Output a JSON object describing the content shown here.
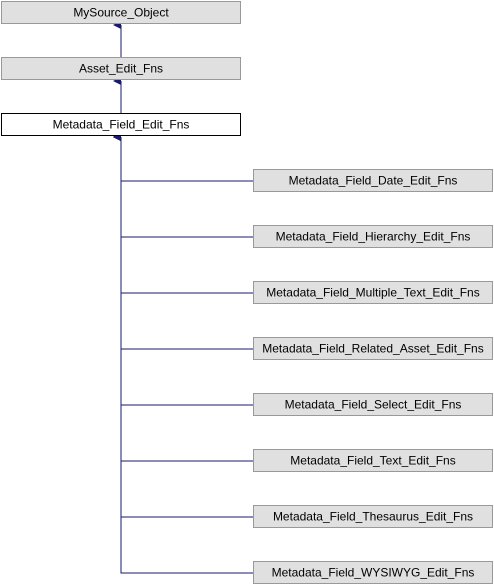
{
  "diagram": {
    "type": "inheritance-graph",
    "colors": {
      "node_fill": "#e0e0e0",
      "node_border": "#999999",
      "current_fill": "#ffffff",
      "current_border": "#000000",
      "edge": "#191970",
      "text": "#000000"
    },
    "nodes": [
      {
        "id": "mysource-object",
        "label": "MySource_Object",
        "kind": "ancestor"
      },
      {
        "id": "asset-edit-fns",
        "label": "Asset_Edit_Fns",
        "kind": "ancestor"
      },
      {
        "id": "metadata-field-edit-fns",
        "label": "Metadata_Field_Edit_Fns",
        "kind": "current"
      },
      {
        "id": "metadata-field-date-edit-fns",
        "label": "Metadata_Field_Date_Edit_Fns",
        "kind": "child"
      },
      {
        "id": "metadata-field-hierarchy-edit-fns",
        "label": "Metadata_Field_Hierarchy_Edit_Fns",
        "kind": "child"
      },
      {
        "id": "metadata-field-multiple-text-edit-fns",
        "label": "Metadata_Field_Multiple_Text_Edit_Fns",
        "kind": "child"
      },
      {
        "id": "metadata-field-related-asset-edit-fns",
        "label": "Metadata_Field_Related_Asset_Edit_Fns",
        "kind": "child"
      },
      {
        "id": "metadata-field-select-edit-fns",
        "label": "Metadata_Field_Select_Edit_Fns",
        "kind": "child"
      },
      {
        "id": "metadata-field-text-edit-fns",
        "label": "Metadata_Field_Text_Edit_Fns",
        "kind": "child"
      },
      {
        "id": "metadata-field-thesaurus-edit-fns",
        "label": "Metadata_Field_Thesaurus_Edit_Fns",
        "kind": "child"
      },
      {
        "id": "metadata-field-wysiwyg-edit-fns",
        "label": "Metadata_Field_WYSIWYG_Edit_Fns",
        "kind": "child"
      }
    ],
    "edges": [
      {
        "from": "asset-edit-fns",
        "to": "mysource-object"
      },
      {
        "from": "metadata-field-edit-fns",
        "to": "asset-edit-fns"
      },
      {
        "from": "metadata-field-date-edit-fns",
        "to": "metadata-field-edit-fns"
      },
      {
        "from": "metadata-field-hierarchy-edit-fns",
        "to": "metadata-field-edit-fns"
      },
      {
        "from": "metadata-field-multiple-text-edit-fns",
        "to": "metadata-field-edit-fns"
      },
      {
        "from": "metadata-field-related-asset-edit-fns",
        "to": "metadata-field-edit-fns"
      },
      {
        "from": "metadata-field-select-edit-fns",
        "to": "metadata-field-edit-fns"
      },
      {
        "from": "metadata-field-text-edit-fns",
        "to": "metadata-field-edit-fns"
      },
      {
        "from": "metadata-field-thesaurus-edit-fns",
        "to": "metadata-field-edit-fns"
      },
      {
        "from": "metadata-field-wysiwyg-edit-fns",
        "to": "metadata-field-edit-fns"
      }
    ]
  }
}
